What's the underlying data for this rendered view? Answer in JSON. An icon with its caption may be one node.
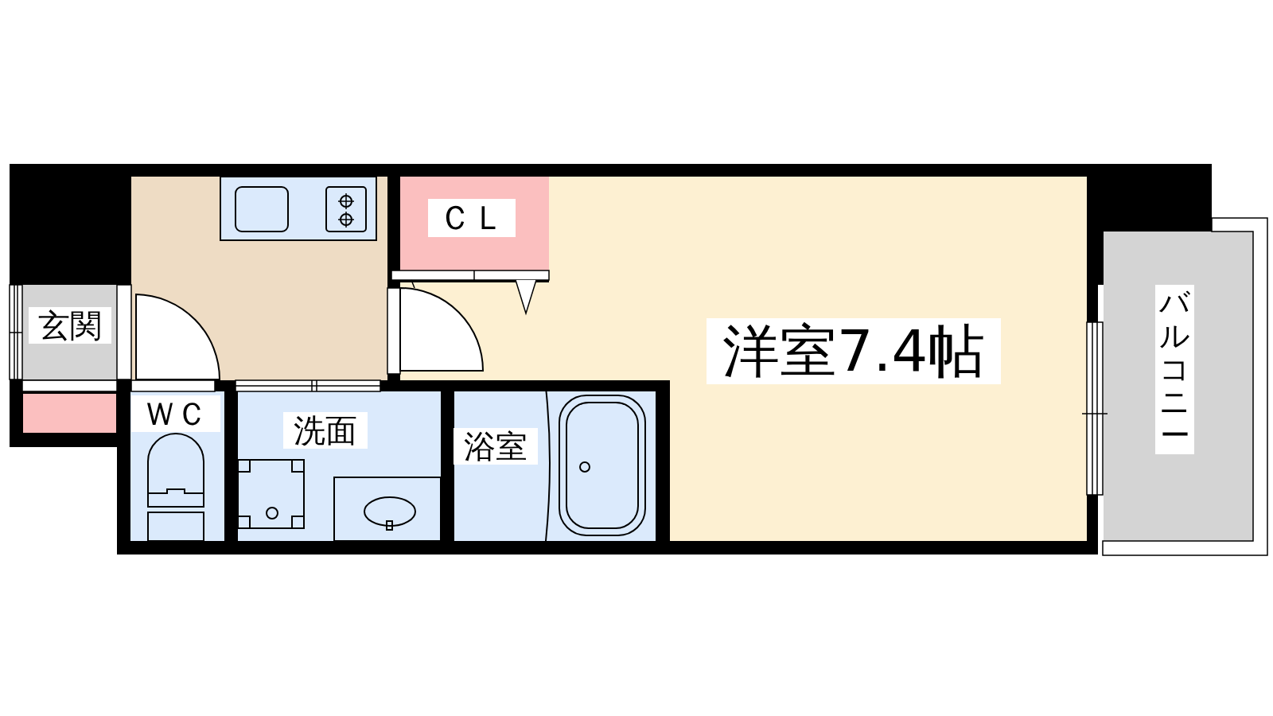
{
  "diagram": {
    "nodes": [
      {
        "text": [],
        "shape": "box"
      },
      {
        "text": [
          "ＣＬ"
        ]
      },
      {
        "text": [
          "洋室7.4帖"
        ]
      },
      {
        "text": [
          "玄関"
        ]
      },
      {
        "text": [
          "バルコニー"
        ]
      },
      {
        "text": [],
        "shape": "box"
      },
      {
        "text": [
          "ＷＣ"
        ]
      },
      {
        "text": [
          "洗面"
        ]
      },
      {
        "text": [
          "浴室"
        ]
      }
    ]
  }
}
